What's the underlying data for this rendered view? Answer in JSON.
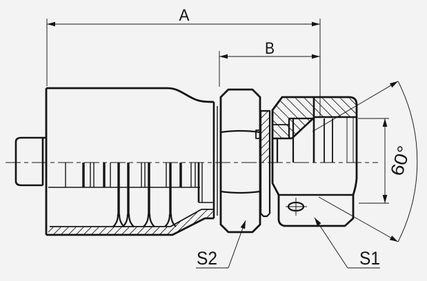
{
  "figure": {
    "type": "technical-drawing",
    "subject": "hydraulic-hose-crimp-fitting-half-section",
    "background_color": "#f3f3f4",
    "line_color": "#141414",
    "dimensions": {
      "a_label": "A",
      "b_label": "B",
      "angle_label": "60°"
    },
    "callouts": {
      "s1_label": "S1",
      "s2_label": "S2"
    }
  }
}
